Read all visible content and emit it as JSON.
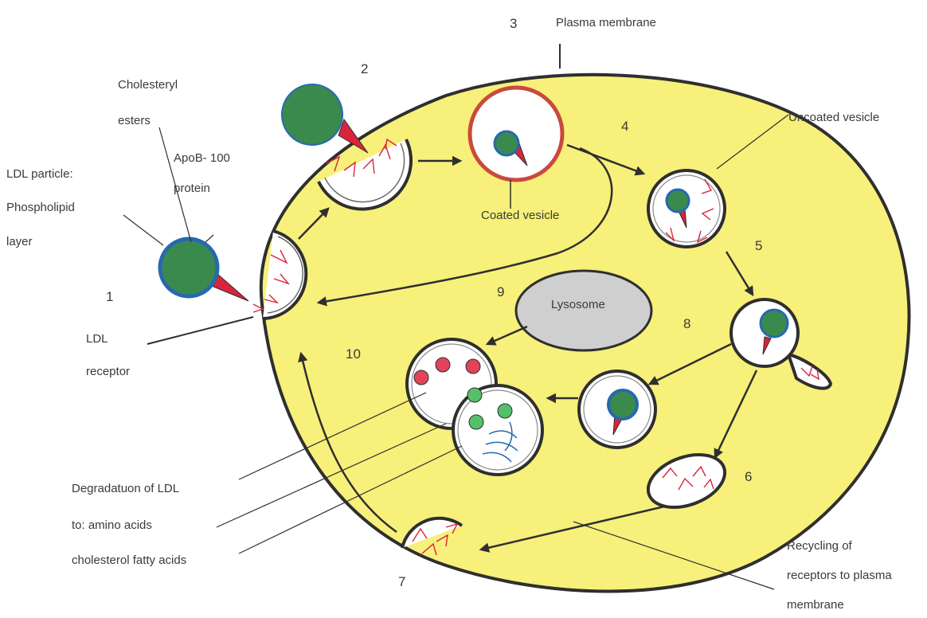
{
  "labels": {
    "plasma_membrane": "Plasma membrane",
    "cholesteryl": "Cholesteryl",
    "esters": "esters",
    "apob": "ApoB- 100",
    "protein": "protein",
    "ldl_particle": "LDL particle:",
    "phospholipid": "Phospholipid",
    "layer": "layer",
    "ldl": "LDL",
    "receptor": "receptor",
    "uncoated_vesicle": "Uncoated vesicle",
    "coated_vesicle": "Coated vesicle",
    "lysosome": "Lysosome",
    "degradation1": "Degradatuon of LDL",
    "degradation2": "to: amino acids",
    "degradation3": "cholesterol fatty acids",
    "recycling1": "Recycling of",
    "recycling2": "receptors to plasma",
    "recycling3": "membrane"
  },
  "steps": [
    "1",
    "2",
    "3",
    "4",
    "5",
    "6",
    "7",
    "8",
    "9",
    "10"
  ],
  "colors": {
    "cytoplasm": "#f7f07a",
    "ldl_core": "#3a8a4e",
    "phospholipid": "#2768b0",
    "receptor": "#d9243b",
    "coated_ring": "#c94a3e",
    "lysosome": "#cfcfcf",
    "membrane": "#2f2f2f"
  }
}
